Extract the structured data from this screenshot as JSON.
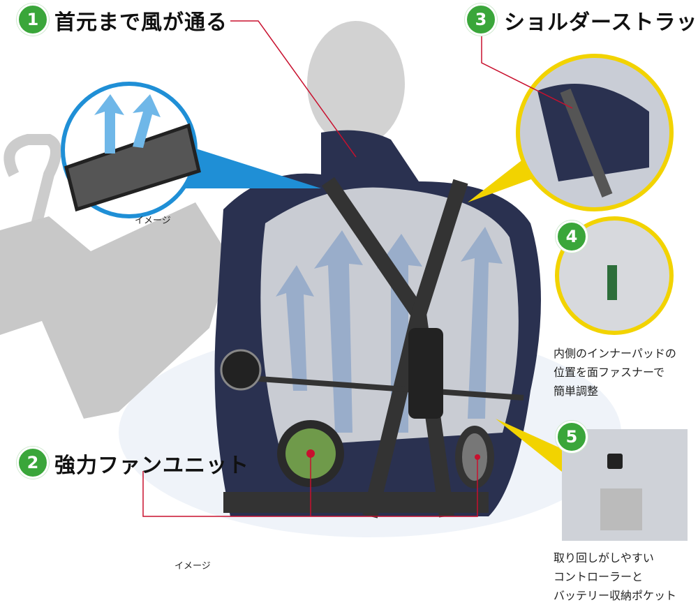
{
  "colors": {
    "badge_green": "#3aa63a",
    "leader_red": "#c8102e",
    "ring_yellow": "#f2d300",
    "vest_navy": "#2a3150",
    "callout_blue": "#1f8fd6"
  },
  "features": [
    {
      "number": "1",
      "title": "首元まで風が通る"
    },
    {
      "number": "2",
      "title": "強力ファンユニット"
    },
    {
      "number": "3",
      "title": "ショルダーストラップ"
    },
    {
      "number": "4",
      "caption": [
        "内側のインナーパッドの",
        "位置を面ファスナーで",
        "簡単調整"
      ]
    },
    {
      "number": "5",
      "caption": [
        "取り回しがしやすい",
        "コントローラーと",
        "バッテリー収納ポケット"
      ]
    }
  ],
  "image_notes": {
    "detail_note": "イメージ",
    "main_note": "イメージ"
  }
}
